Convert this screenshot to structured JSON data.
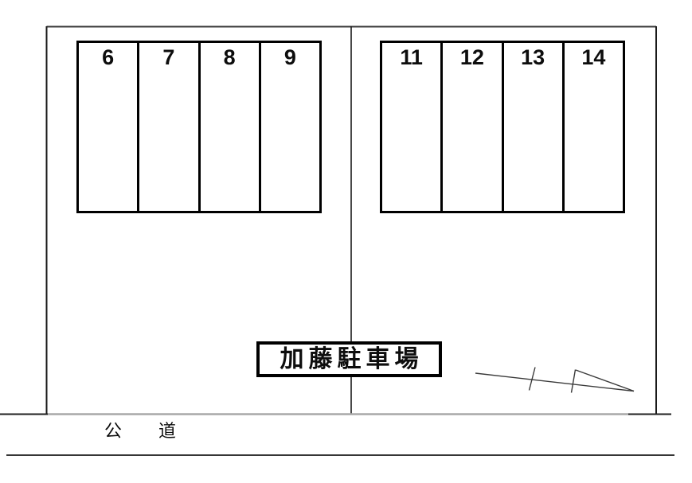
{
  "parking_map": {
    "facility_label": "加藤駐車場",
    "road_label": "公　道",
    "stall_groups": [
      {
        "name": "left-group",
        "stalls": [
          "6",
          "7",
          "8",
          "9"
        ]
      },
      {
        "name": "right-group",
        "stalls": [
          "11",
          "12",
          "13",
          "14"
        ]
      }
    ]
  },
  "icons": {
    "annotation_mark": "hatched-line-flag-mark"
  },
  "colors": {
    "background": "#ffffff",
    "line_black": "#1a1a1a",
    "line_gray": "#a8a8a8",
    "stall_border": "#000000"
  }
}
